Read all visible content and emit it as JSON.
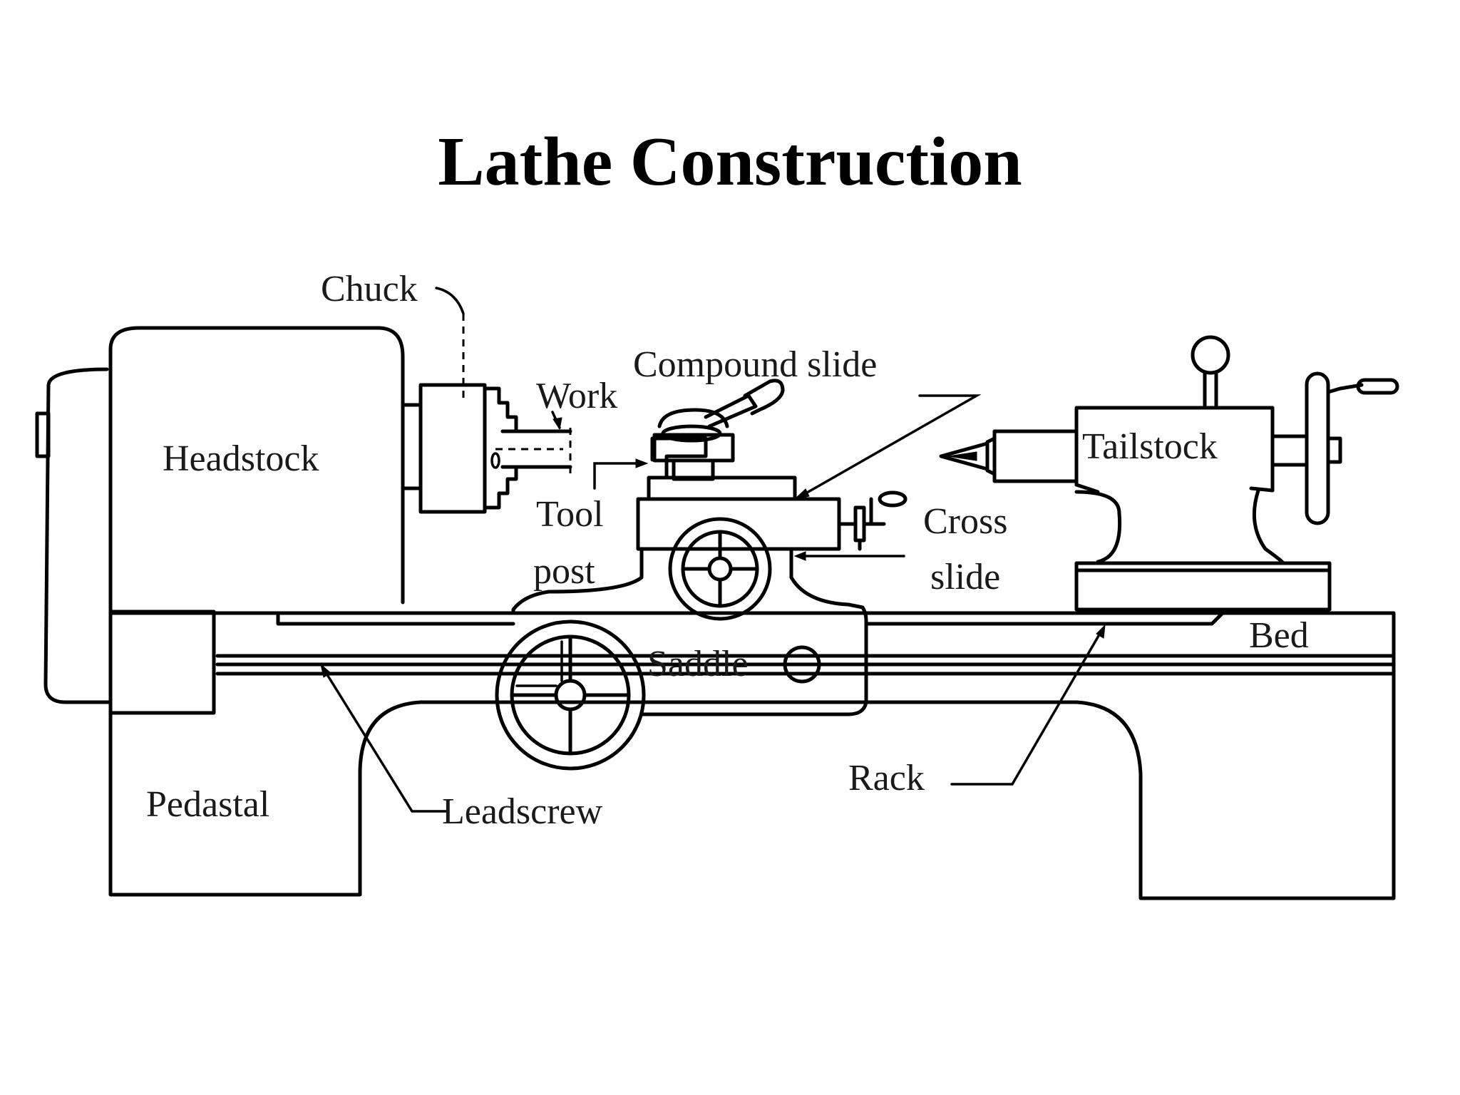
{
  "title": "Lathe Construction",
  "labels": {
    "chuck": "Chuck",
    "compound_slide": "Compound slide",
    "work": "Work",
    "headstock": "Headstock",
    "tailstock": "Tailstock",
    "tool": "Tool",
    "post": "post",
    "cross": "Cross",
    "slide": "slide",
    "saddle": "Saddle",
    "bed": "Bed",
    "rack": "Rack",
    "pedastal": "Pedastal",
    "leadscrew": "Leadscrew"
  },
  "colors": {
    "line": "#000000",
    "background": "#ffffff"
  }
}
